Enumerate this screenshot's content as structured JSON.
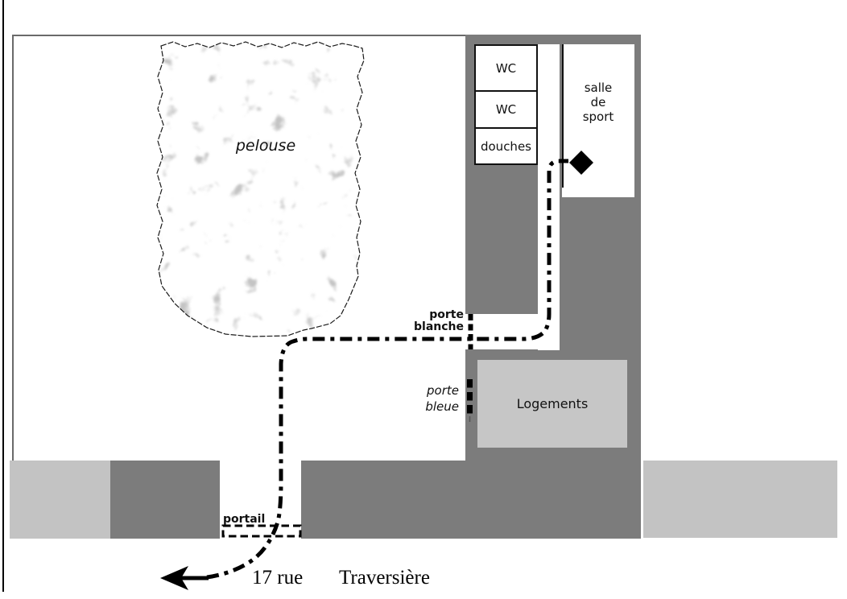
{
  "site_plan": {
    "areas": {
      "pelouse": "pelouse",
      "wc_top": "WC",
      "wc_middle": "WC",
      "douches": "douches",
      "salle_de_sport": {
        "lines": [
          "salle",
          "de",
          "sport"
        ]
      },
      "logements": "Logements"
    },
    "doors": {
      "porte_blanche": {
        "line1": "porte",
        "line2": "blanche"
      },
      "porte_bleue": {
        "line1": "porte",
        "line2": "bleue"
      },
      "portail": "portail"
    },
    "street": {
      "number_label": "17 rue",
      "name": "Traversière"
    },
    "icons": {
      "destination": "diamond-marker",
      "route_start": "left-arrowhead"
    },
    "colors": {
      "building_dark": "#7c7c7c",
      "pavement_light": "#c3c3c3",
      "logements_fill": "#c6c6c6",
      "room_fill": "#ffffff",
      "route_color": "#000000",
      "border_gray": "#6a6a6a"
    }
  }
}
